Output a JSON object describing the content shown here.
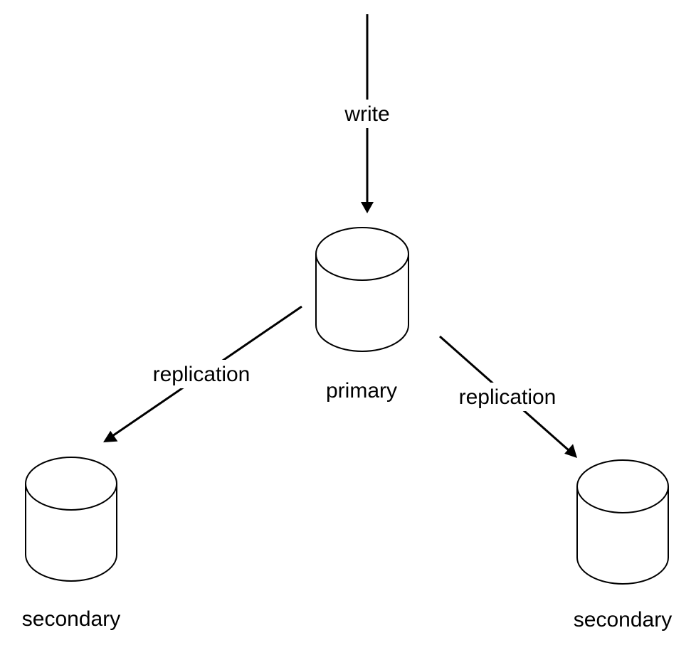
{
  "edges": {
    "write": {
      "label": "write"
    },
    "replication_left": {
      "label": "replication"
    },
    "replication_right": {
      "label": "replication"
    }
  },
  "nodes": {
    "primary": {
      "label": "primary",
      "shape": "cylinder"
    },
    "secondary_left": {
      "label": "secondary",
      "shape": "cylinder"
    },
    "secondary_right": {
      "label": "secondary",
      "shape": "cylinder"
    }
  },
  "colors": {
    "stroke": "#000000",
    "background": "#ffffff"
  }
}
